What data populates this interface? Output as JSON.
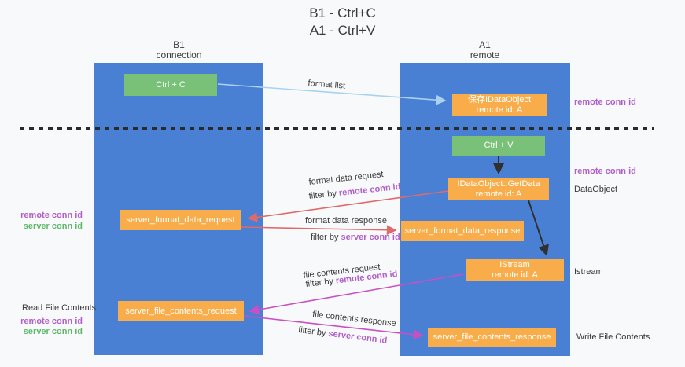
{
  "title": {
    "line1": "B1 - Ctrl+C",
    "line2": "A1 - Ctrl+V"
  },
  "lanes": {
    "b1": {
      "name": "B1",
      "subtitle": "connection"
    },
    "a1": {
      "name": "A1",
      "subtitle": "remote"
    }
  },
  "nodes": {
    "ctrl_c": {
      "label": "Ctrl + C"
    },
    "clipboard_object": {
      "line1": "保存IDataObject",
      "line2": "remote id: A"
    },
    "ctrl_v": {
      "label": "Ctrl + V"
    },
    "getdata": {
      "line1": "IDataObject::GetData",
      "line2": "remote id: A"
    },
    "format_request": {
      "label": "server_format_data_request"
    },
    "format_response": {
      "label": "server_format_data_response"
    },
    "istream": {
      "line1": "IStream",
      "line2": "remote id: A"
    },
    "file_request": {
      "label": "server_file_contents_request"
    },
    "file_response": {
      "label": "server_file_contents_response"
    }
  },
  "annotations": {
    "remote_conn_id": "remote conn id",
    "server_conn_id": "server conn id",
    "dataobject": "DataObject",
    "istream": "Istream",
    "read_file_contents": "Read File Contents",
    "write_file_contents": "Write File Contents"
  },
  "arrow_labels": {
    "format_list": "format list",
    "format_data_request": "format data request",
    "format_data_response": "format data response",
    "file_contents_request": "file contents request",
    "file_contents_response": "file contents response",
    "filter_by": "filter by "
  },
  "colors": {
    "lane_blue": "#4a80d4",
    "node_orange": "#f9ad4a",
    "node_green": "#79c178",
    "arrow_light_blue": "#a9d2ef",
    "arrow_red": "#e0696a",
    "arrow_magenta": "#c94fc3",
    "arrow_black": "#303030",
    "text_purple": "#b25fca",
    "text_green": "#5db869",
    "background": "#f8f9fa"
  }
}
